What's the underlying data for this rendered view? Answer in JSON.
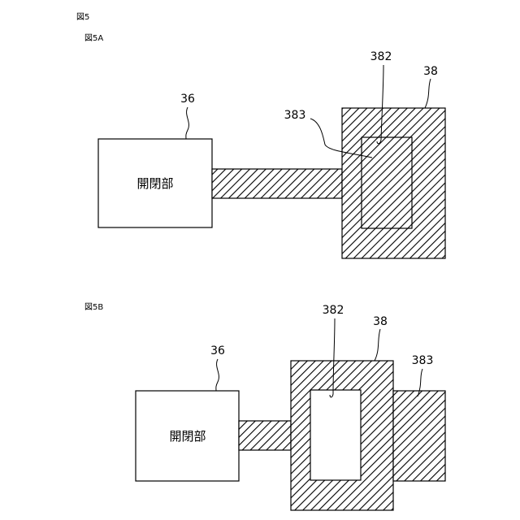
{
  "figure": {
    "title": "図5",
    "panel_a": {
      "label": "図5A",
      "unit_label": "開閉部",
      "ref_unit": "36",
      "ref_outer": "38",
      "ref_inner": "382",
      "ref_hatched": "383"
    },
    "panel_b": {
      "label": "図5B",
      "unit_label": "開閉部",
      "ref_unit": "36",
      "ref_outer": "38",
      "ref_inner": "382",
      "ref_hatched": "383"
    }
  }
}
